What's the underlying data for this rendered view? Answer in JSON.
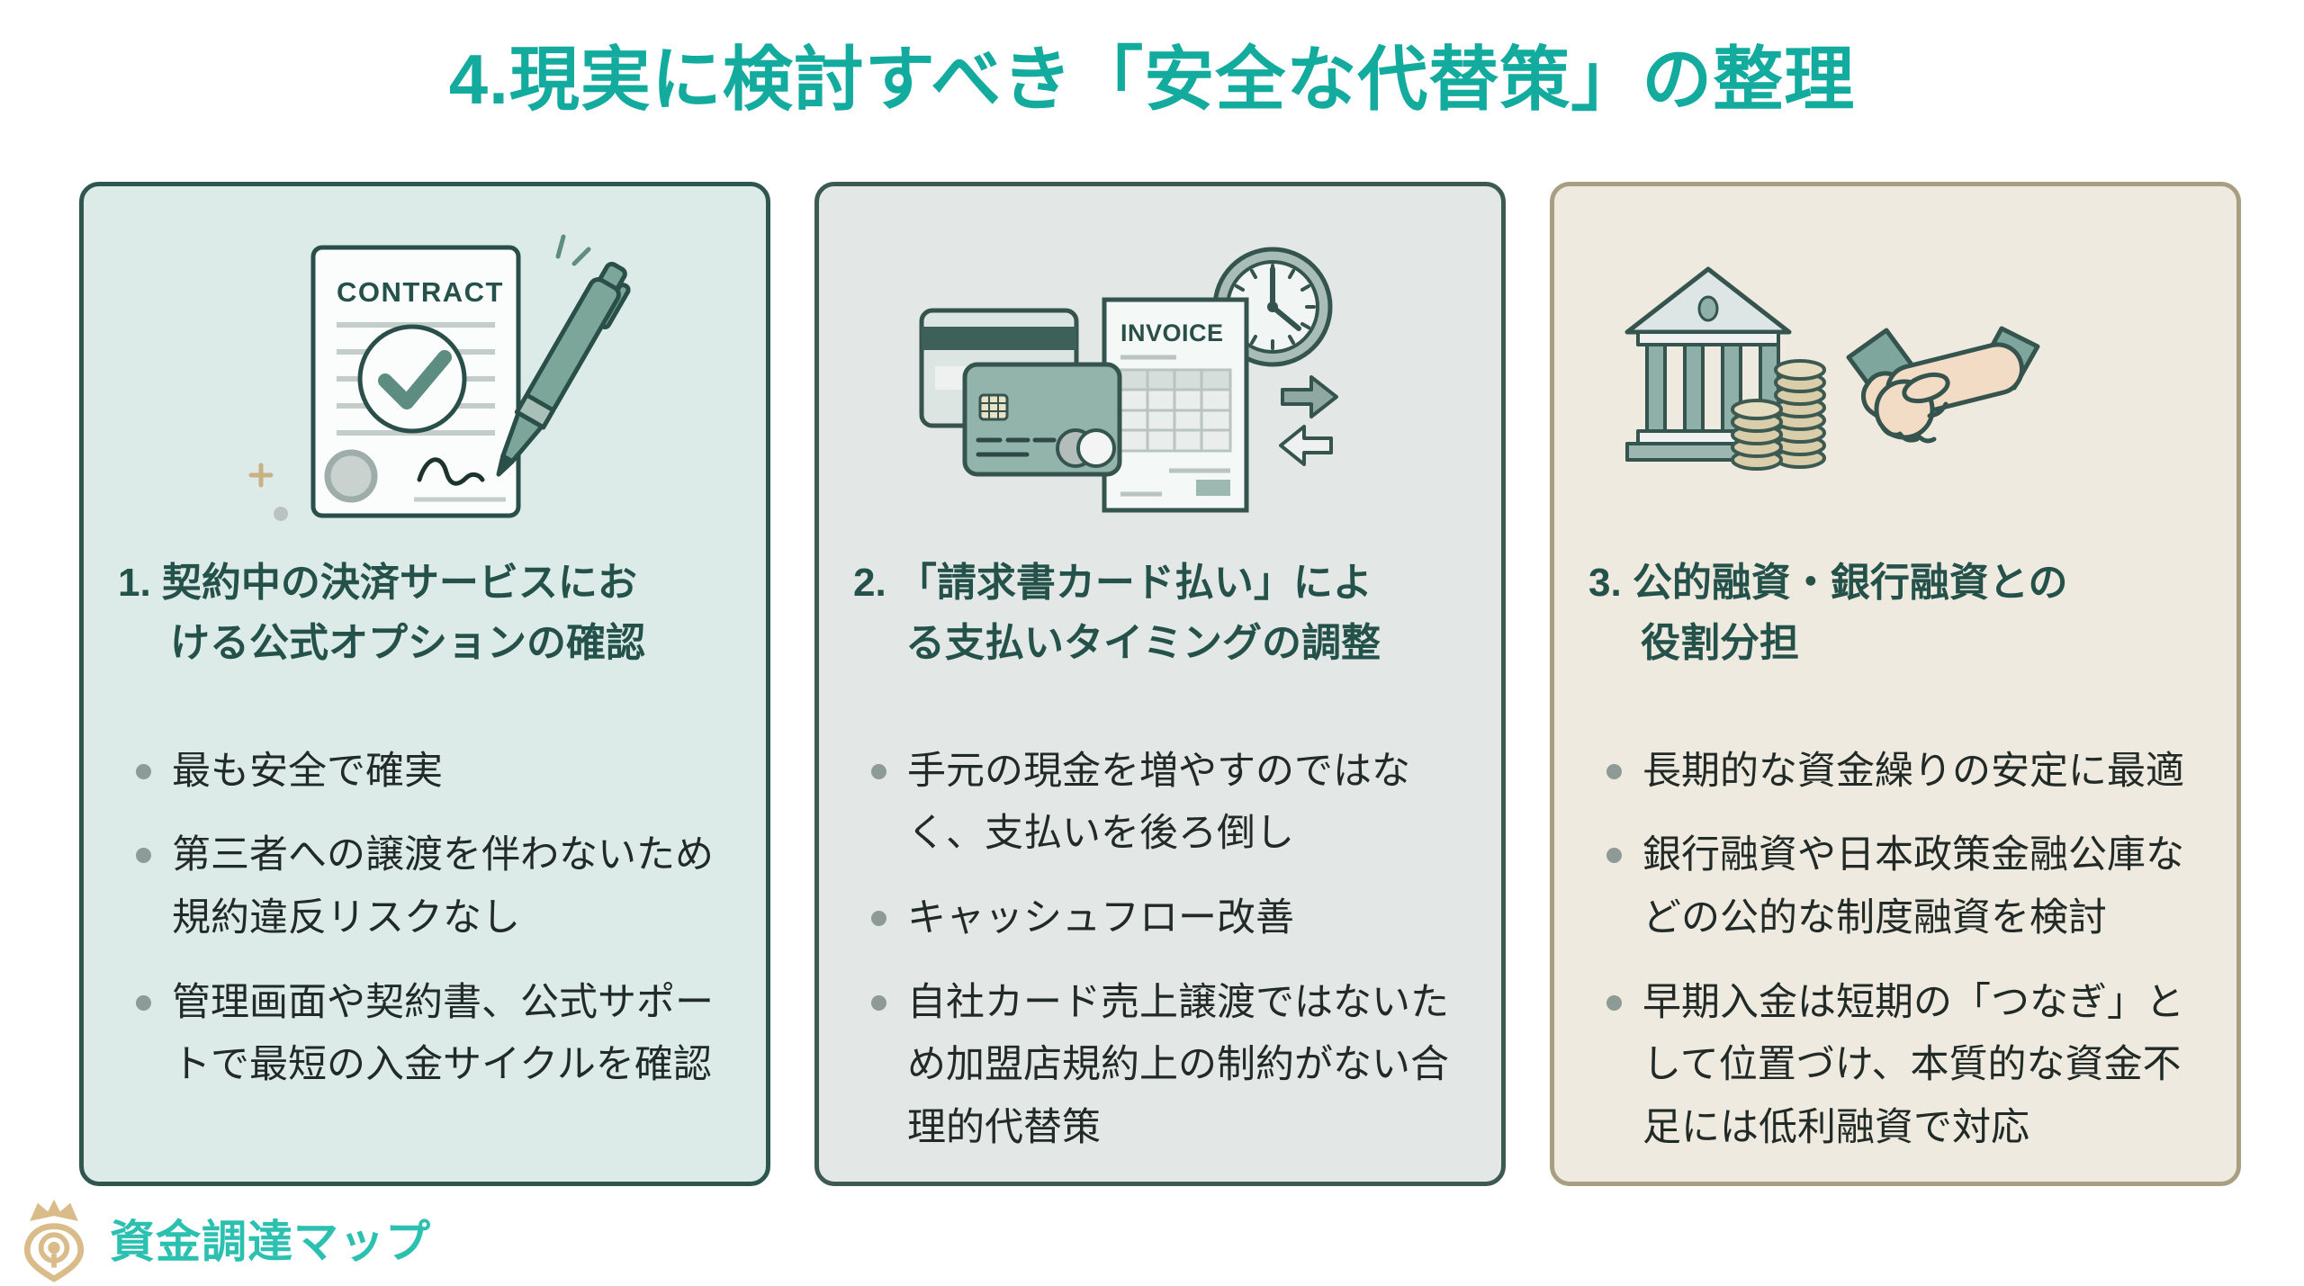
{
  "page": {
    "title": "4.現実に検討すべき「安全な代替策」の整理",
    "title_color": "#13ab9e",
    "background": "#ffffff"
  },
  "cards": [
    {
      "icon": "contract-pen-icon",
      "icon_label": "CONTRACT",
      "heading": "1. 契約中の決済サービスにお\nける公式オプションの確認",
      "bullets": [
        "最も安全で確実",
        "第三者への譲渡を伴わないため規約違反リスクなし",
        "管理画面や契約書、公式サポートで最短の入金サイクルを確認"
      ],
      "bg_color": "#ddebe8",
      "border_color": "#2e564e",
      "heading_color": "#24524a"
    },
    {
      "icon": "invoice-card-clock-icon",
      "icon_label": "INVOICE",
      "heading": "2. 「請求書カード払い」によ\nる支払いタイミングの調整",
      "bullets": [
        "手元の現金を増やすのではなく、支払いを後ろ倒し",
        "キャッシュフロー改善",
        "自社カード売上譲渡ではないため加盟店規約上の制約がない合理的代替策"
      ],
      "bg_color": "#e3e8e6",
      "border_color": "#3c5952",
      "heading_color": "#24524a"
    },
    {
      "icon": "bank-handshake-icon",
      "heading": "3. 公的融資・銀行融資との\n役割分担",
      "bullets": [
        "長期的な資金繰りの安定に最適",
        "銀行融資や日本政策金融公庫などの公的な制度融資を検討",
        "早期入金は短期の「つなぎ」として位置づけ、本質的な資金不足には低利融資で対応"
      ],
      "bg_color": "#eeeadf",
      "border_color": "#a89f82",
      "heading_color": "#24524a"
    }
  ],
  "footer": {
    "brand": "資金調達マップ",
    "brand_color": "#2cc0b1",
    "logo_color": "#d9bc8a"
  }
}
